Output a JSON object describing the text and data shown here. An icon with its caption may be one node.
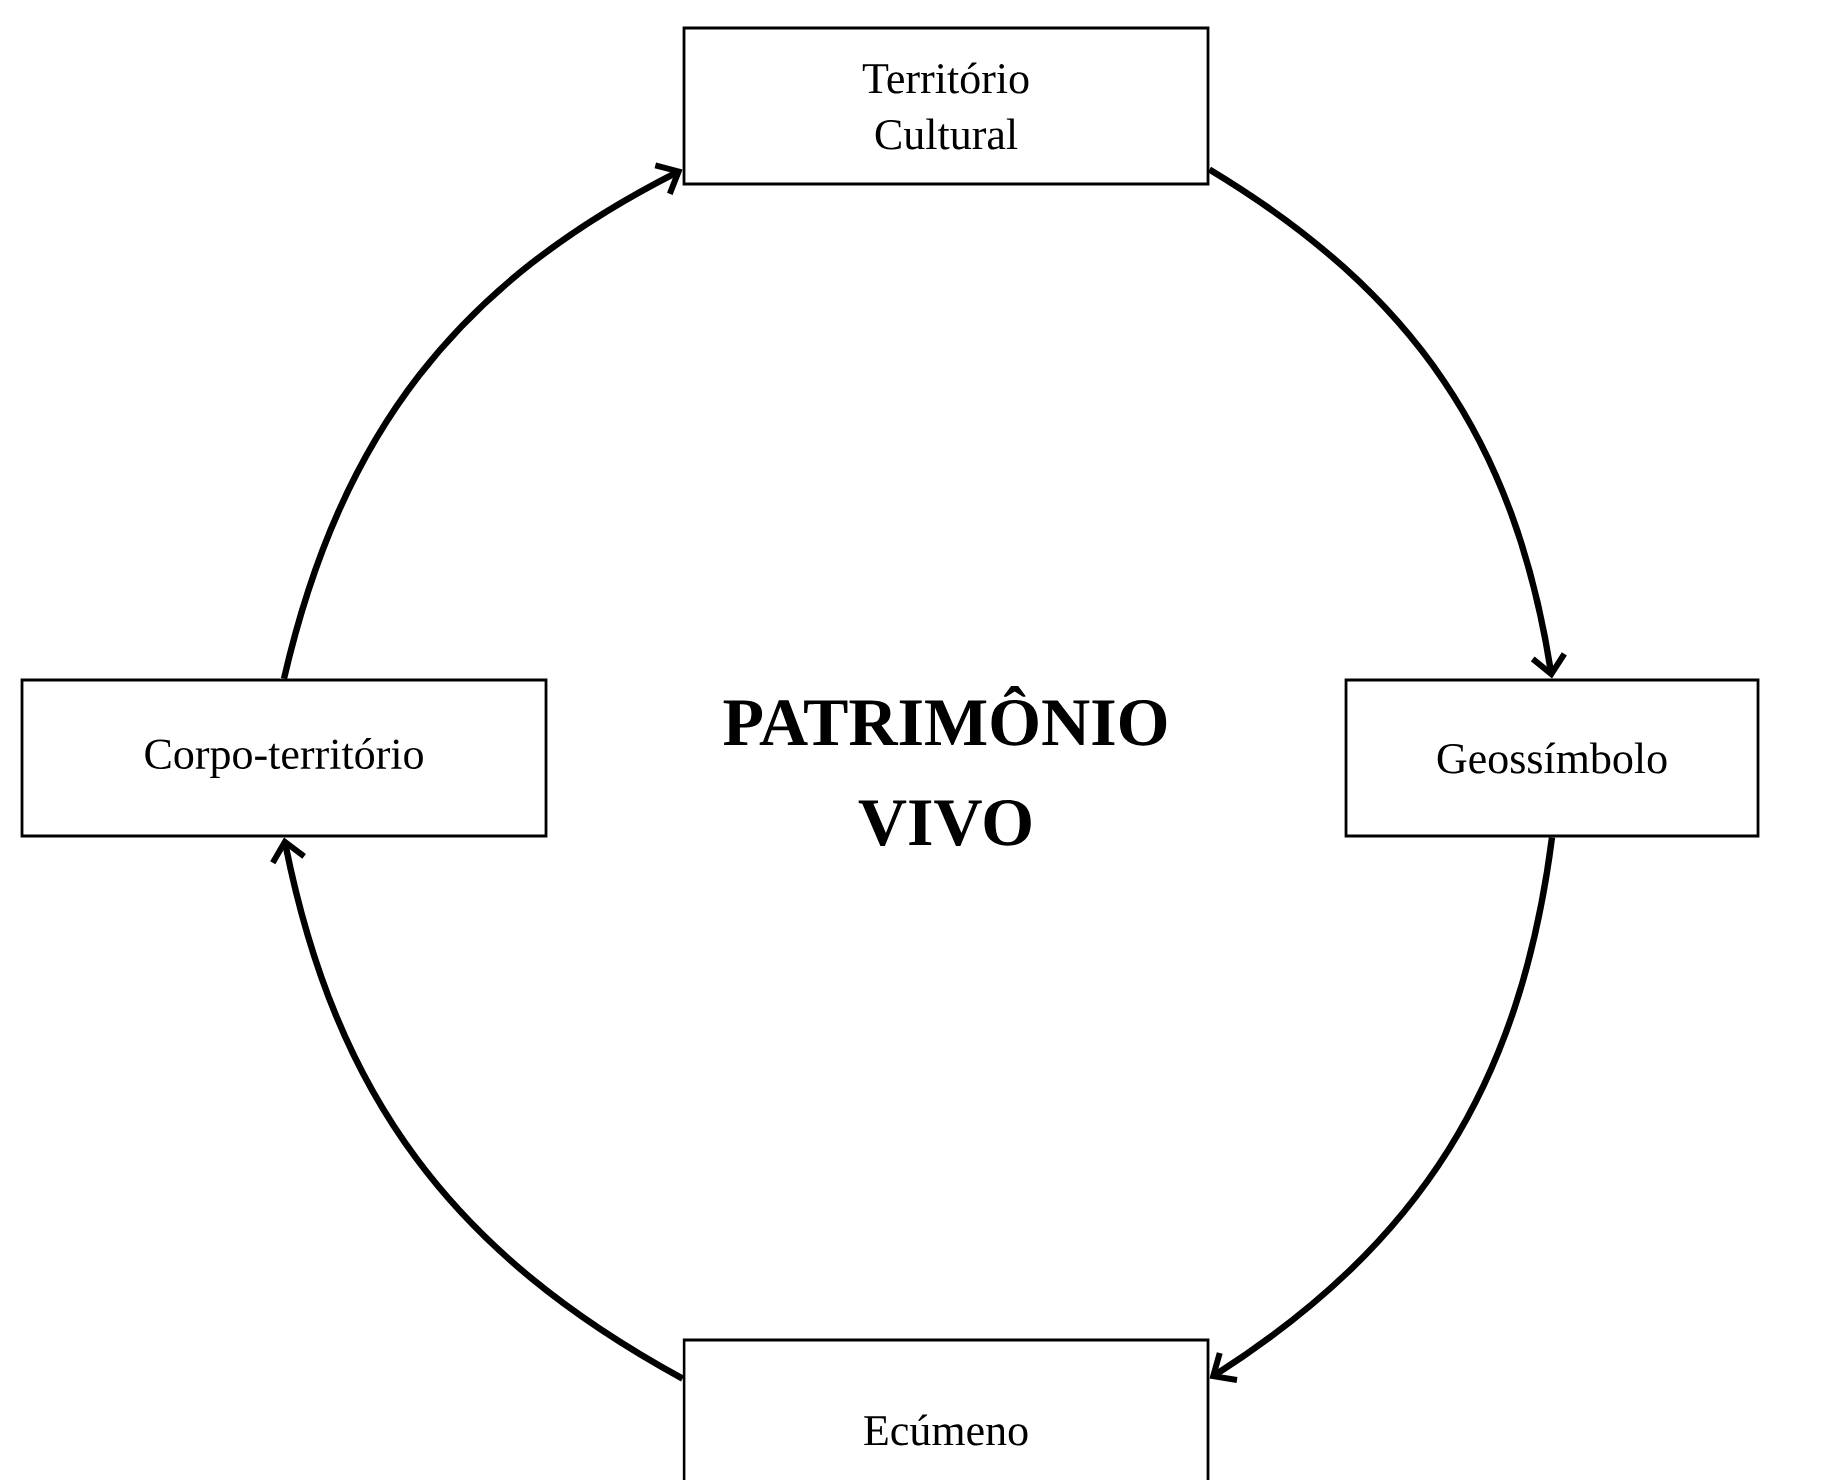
{
  "diagram": {
    "nodes": [
      {
        "text": [
          "Território Cultural"
        ]
      },
      {
        "text": [
          "Geossímbolo"
        ]
      },
      {
        "text": [
          "Ecúmeno"
        ]
      },
      {
        "text": [
          "Corpo-território"
        ]
      }
    ],
    "edges": [
      {
        "from": 0,
        "to": 1,
        "arrow": "to"
      },
      {
        "from": 1,
        "to": 2,
        "arrow": "to"
      },
      {
        "from": 2,
        "to": 3,
        "arrow": "to"
      },
      {
        "from": 3,
        "to": 0,
        "arrow": "to"
      }
    ],
    "labels": [
      "PATRIMÔNIO VIVO"
    ]
  }
}
